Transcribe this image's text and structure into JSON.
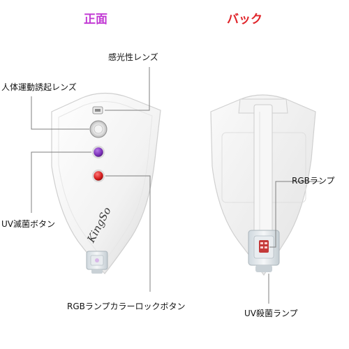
{
  "front": {
    "heading": "正面",
    "heading_color": "#c23bd4",
    "brand_logo_text": "KingSo",
    "purple_button_color": "#7a2fb8",
    "red_button_color": "#d21a1a"
  },
  "back": {
    "heading": "バック",
    "heading_color": "#e0242a"
  },
  "labels": {
    "light_sensor": "感光性レンズ",
    "motion_sensor": "人体運動誘起レンズ",
    "uv_button": "UV滅菌ボタン",
    "rgb_lock_button": "RGBランプカラーロックボタン",
    "rgb_lamp": "RGBランプ",
    "uv_lamp": "UV殺菌ランプ"
  },
  "line_color": "#7f7f7f"
}
